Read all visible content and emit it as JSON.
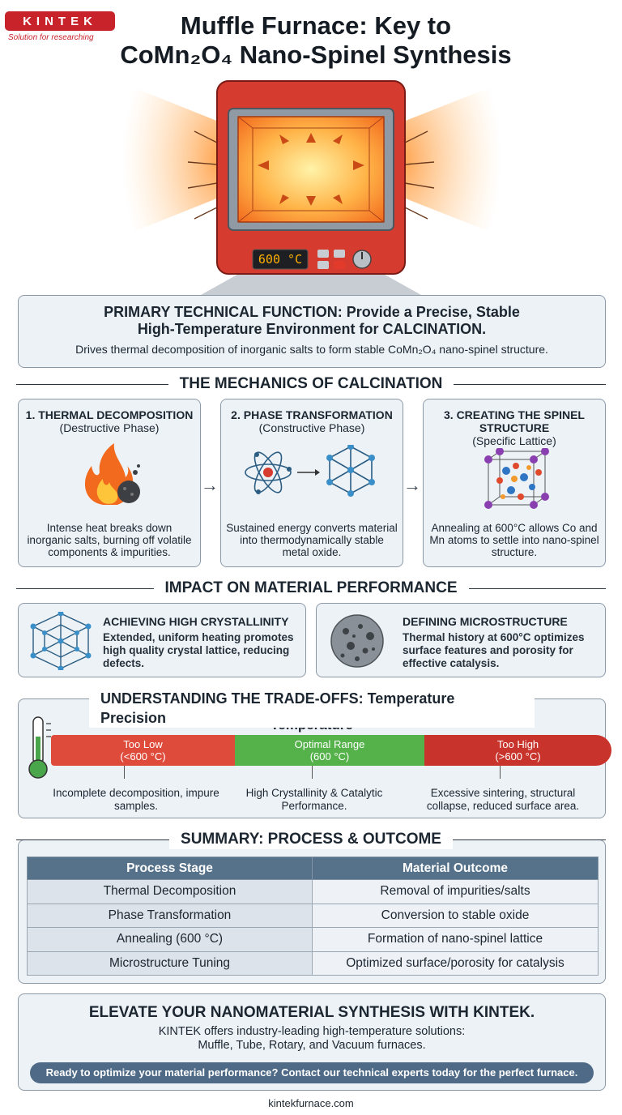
{
  "brand": {
    "logo_text": "KINTEK",
    "tagline": "Solution for researching"
  },
  "title": {
    "line1": "Muffle Furnace: Key to",
    "line2": "CoMn₂O₄ Nano-Spinel Synthesis"
  },
  "furnace": {
    "display": "600 °C"
  },
  "primary": {
    "heading_line1": "PRIMARY TECHNICAL FUNCTION: Provide a Precise, Stable",
    "heading_line2": "High-Temperature Environment for CALCINATION.",
    "subtitle": "Drives thermal decomposition of inorganic salts to form stable CoMn₂O₄ nano-spinel structure."
  },
  "mechanics": {
    "heading": "THE MECHANICS OF CALCINATION",
    "steps": [
      {
        "title": "1. THERMAL DECOMPOSITION",
        "subtitle": "(Destructive Phase)",
        "body": "Intense heat breaks down inorganic salts, burning off volatile components & impurities."
      },
      {
        "title": "2. PHASE TRANSFORMATION",
        "subtitle": "(Constructive Phase)",
        "body": "Sustained energy converts material into thermodynamically stable metal oxide."
      },
      {
        "title": "3. CREATING THE SPINEL STRUCTURE",
        "subtitle": "(Specific Lattice)",
        "body": "Annealing at 600°C allows Co and Mn atoms to settle into nano-spinel structure."
      }
    ]
  },
  "impact": {
    "heading": "IMPACT ON MATERIAL PERFORMANCE",
    "items": [
      {
        "title": "ACHIEVING HIGH CRYSTALLINITY",
        "body": "Extended, uniform heating promotes high quality crystal lattice, reducing defects."
      },
      {
        "title": "DEFINING MICROSTRUCTURE",
        "body": "Thermal history at 600°C optimizes surface features and porosity for effective catalysis."
      }
    ]
  },
  "tradeoffs": {
    "heading": "UNDERSTANDING THE TRADE-OFFS: Temperature Precision",
    "axis_label": "Temperature",
    "ranges": [
      {
        "label": "Too Low",
        "range": "(<600 °C)",
        "note": "Incomplete decomposition, impure samples.",
        "color": "#df4b3a"
      },
      {
        "label": "Optimal Range",
        "range": "(600 °C)",
        "note": "High Crystallinity & Catalytic Performance.",
        "color": "#55b24a"
      },
      {
        "label": "Too High",
        "range": "(>600 °C)",
        "note": "Excessive sintering, structural collapse, reduced surface area.",
        "color": "#c8332c"
      }
    ]
  },
  "summary": {
    "heading": "SUMMARY: PROCESS & OUTCOME",
    "columns": [
      "Process Stage",
      "Material Outcome"
    ],
    "rows": [
      [
        "Thermal Decomposition",
        "Removal of impurities/salts"
      ],
      [
        "Phase Transformation",
        "Conversion to stable oxide"
      ],
      [
        "Annealing (600 °C)",
        "Formation of nano-spinel lattice"
      ],
      [
        "Microstructure Tuning",
        "Optimized surface/porosity for catalysis"
      ]
    ]
  },
  "cta": {
    "heading": "ELEVATE YOUR NANOMATERIAL SYNTHESIS WITH KINTEK.",
    "body_line1": "KINTEK offers industry-leading high-temperature solutions:",
    "body_line2": "Muffle, Tube, Rotary, and Vacuum furnaces.",
    "button": "Ready to optimize your material performance? Contact our technical experts today for the perfect furnace."
  },
  "footer": {
    "url": "kintekfurnace.com"
  },
  "colors": {
    "brand_red": "#c8232b",
    "panel_bg": "#edf2f6",
    "table_header": "#56718a",
    "cta_button": "#4e6a86"
  }
}
